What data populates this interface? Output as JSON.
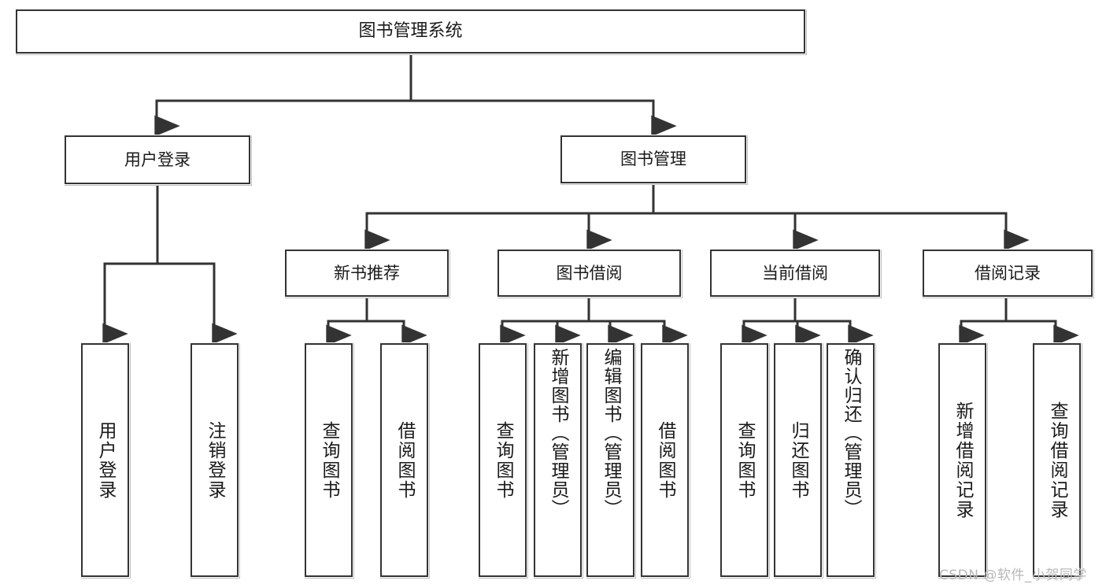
{
  "diagram": {
    "title": "图书管理系统",
    "root": {
      "label": "图书管理系统"
    },
    "level2": [
      {
        "label": "用户登录"
      },
      {
        "label": "图书管理"
      }
    ],
    "level3": [
      {
        "label": "新书推荐"
      },
      {
        "label": "图书借阅"
      },
      {
        "label": "当前借阅"
      },
      {
        "label": "借阅记录"
      }
    ],
    "leaves": [
      {
        "label": "用户登录"
      },
      {
        "label": "注销登录"
      },
      {
        "label": "查询图书"
      },
      {
        "label": "借阅图书"
      },
      {
        "label": "查询图书"
      },
      {
        "label": "新增图书（管理员）"
      },
      {
        "label": "编辑图书（管理员）"
      },
      {
        "label": "借阅图书"
      },
      {
        "label": "查询图书"
      },
      {
        "label": "归还图书"
      },
      {
        "label": "确认归还（管理员）"
      },
      {
        "label": "新增借阅记录"
      },
      {
        "label": "查询借阅记录"
      }
    ],
    "watermark": "CSDN @软件_小贺同学",
    "colors": {
      "stroke": "#333333",
      "background": "#ffffff",
      "text": "#1a1a1a",
      "watermark": "#b8b8b8"
    }
  }
}
